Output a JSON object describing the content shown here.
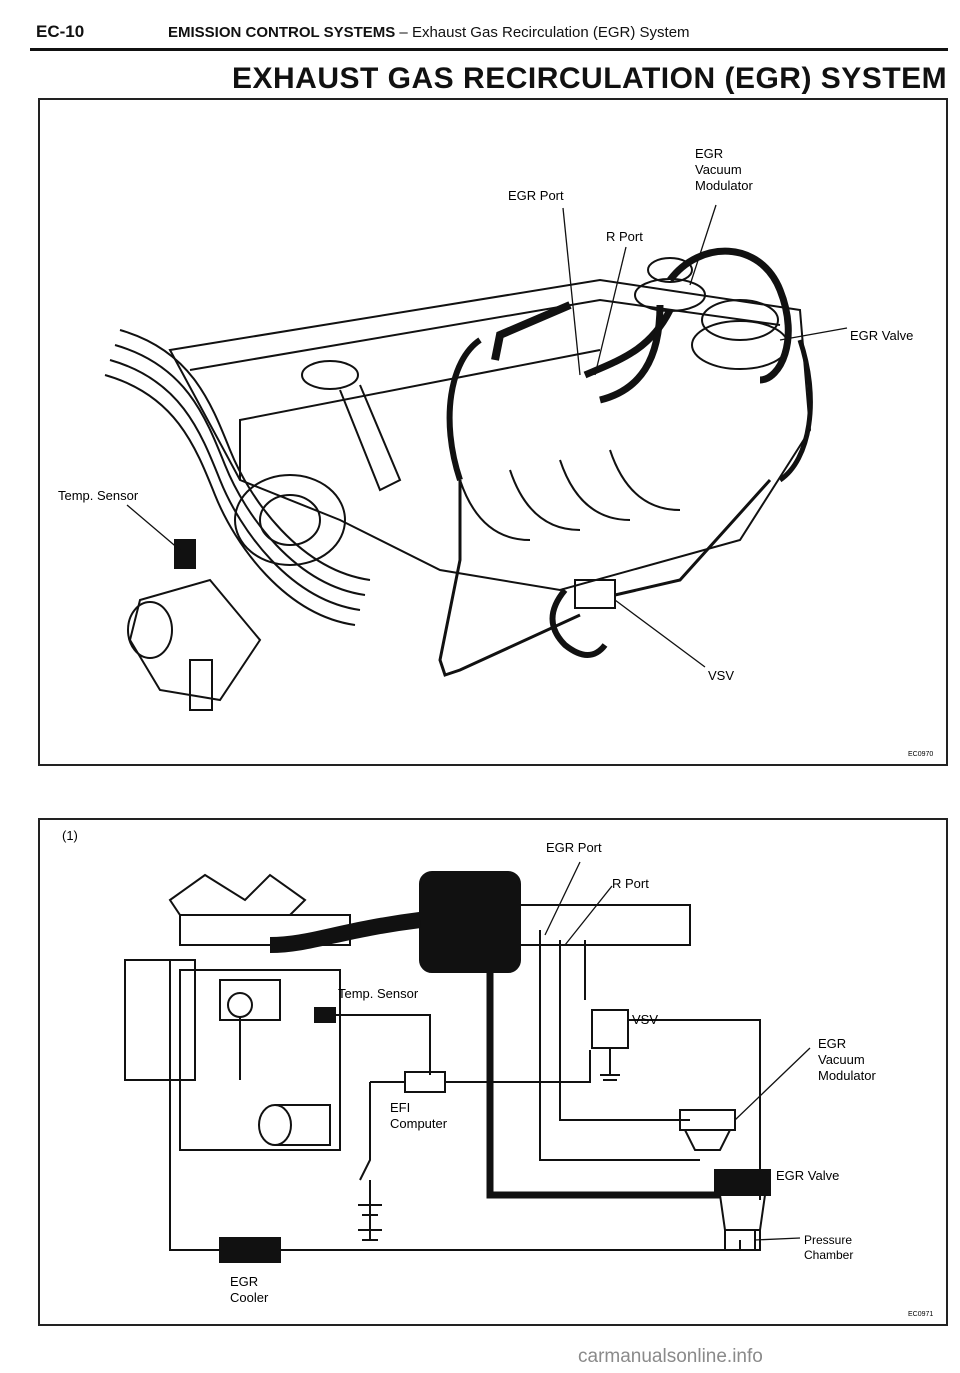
{
  "header": {
    "page_code": "EC-10",
    "section": "EMISSION CONTROL SYSTEMS",
    "separator": "–",
    "subsection": "Exhaust Gas Recirculation (EGR) System"
  },
  "title": "EXHAUST GAS RECIRCULATION (EGR) SYSTEM",
  "figure1": {
    "labels": {
      "egr_port": "EGR Port",
      "egr_vacuum_modulator": [
        "EGR",
        "Vacuum",
        "Modulator"
      ],
      "r_port": "R Port",
      "egr_valve": "EGR Valve",
      "temp_sensor": "Temp. Sensor",
      "vsv": "VSV"
    },
    "code": "EC0970"
  },
  "figure2": {
    "number": "(1)",
    "labels": {
      "egr_port": "EGR Port",
      "r_port": "R Port",
      "temp_sensor": "Temp. Sensor",
      "vsv": "VSV",
      "egr_vacuum_modulator": [
        "EGR",
        "Vacuum",
        "Modulator"
      ],
      "efi_computer": [
        "EFI",
        "Computer"
      ],
      "egr_valve": "EGR Valve",
      "pressure_chamber": [
        "Pressure",
        "Chamber"
      ],
      "egr_cooler": [
        "EGR",
        "Cooler"
      ]
    },
    "code": "EC0971"
  },
  "watermark": "carmanualsonline.info"
}
